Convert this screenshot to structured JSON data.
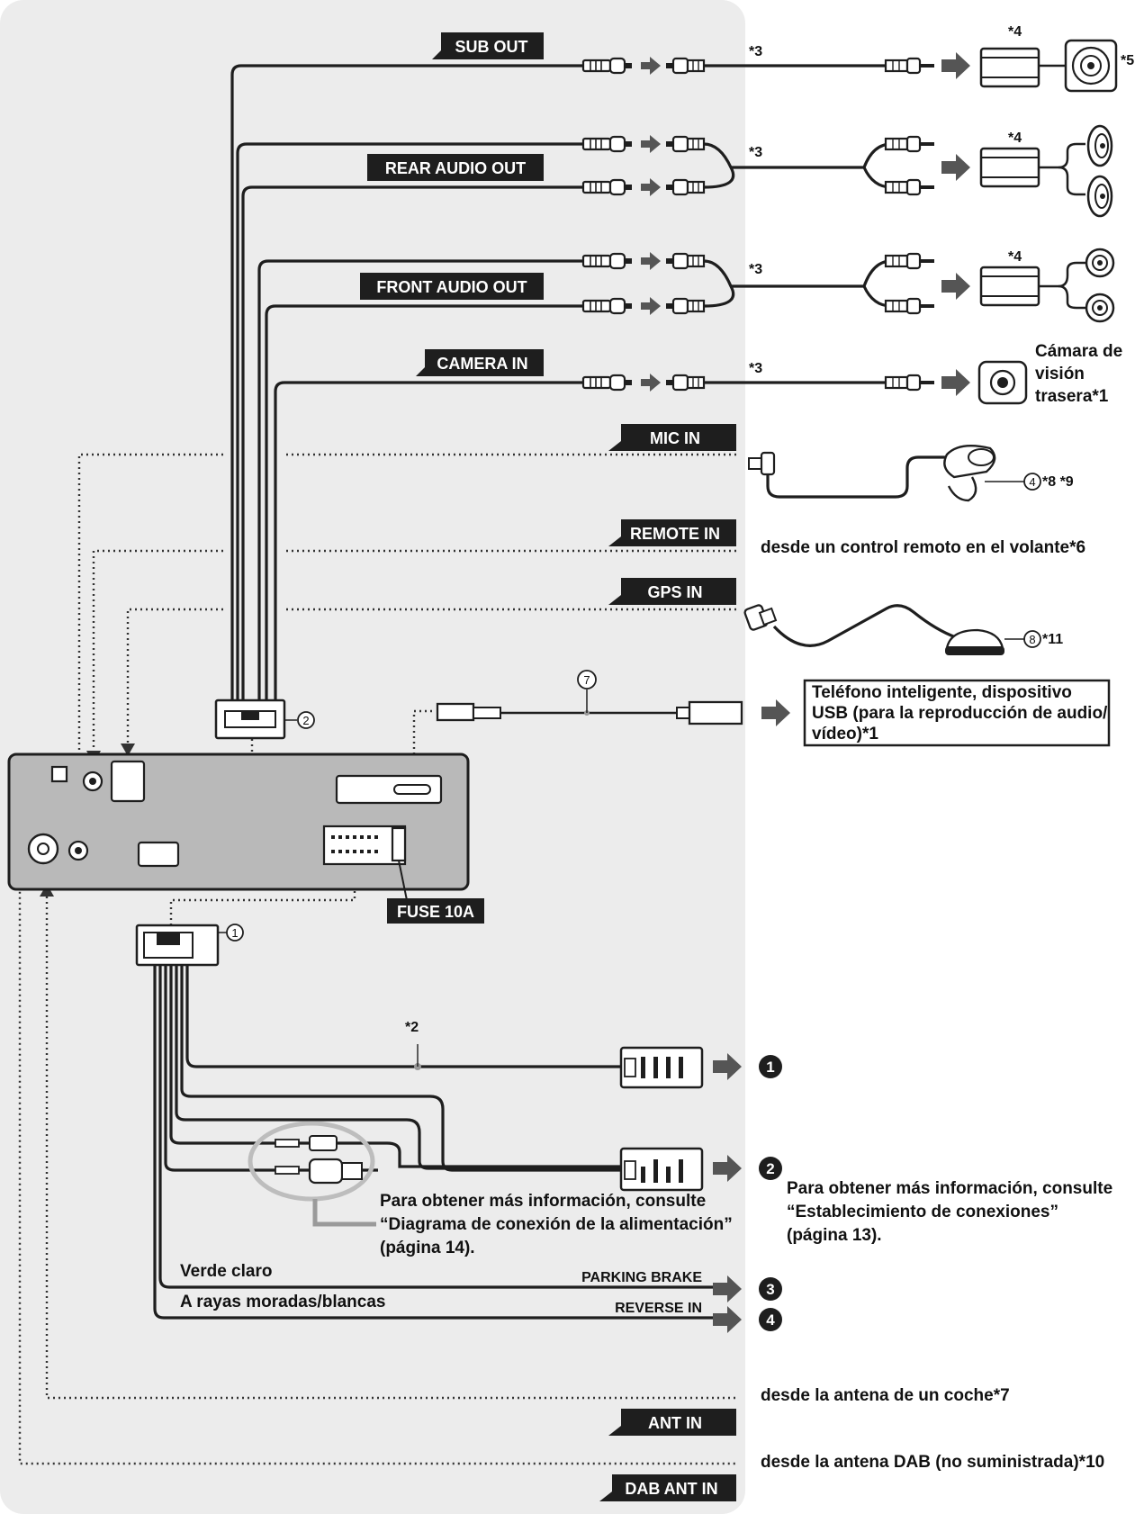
{
  "colors": {
    "panel": "#ececec",
    "tag": "#1e1e1e",
    "wire": "#1e1e1e",
    "arrow": "#555555"
  },
  "tags": {
    "sub_out": "SUB OUT",
    "rear_audio_out": "REAR AUDIO OUT",
    "front_audio_out": "FRONT AUDIO OUT",
    "camera_in": "CAMERA IN",
    "mic_in": "MIC IN",
    "remote_in": "REMOTE IN",
    "gps_in": "GPS IN",
    "fuse": "FUSE 10A",
    "ant_in": "ANT IN",
    "dab_ant_in": "DAB ANT IN"
  },
  "notes": {
    "n3_sub": "*3",
    "n3_rear": "*3",
    "n3_front": "*3",
    "n3_camera": "*3",
    "n4_sub": "*4",
    "n4_rear": "*4",
    "n4_front": "*4",
    "n5": "*5",
    "n2": "*2",
    "mic_part": "*8 *9",
    "gps_part": "*11"
  },
  "parts": {
    "p1": "1",
    "p2": "2",
    "p4": "4",
    "p7": "7",
    "p8": "8"
  },
  "labels": {
    "camera_line1": "Cámara de",
    "camera_line2": "visión",
    "camera_line3": "trasera*1",
    "remote_desc": "desde un control remoto en el volante*6",
    "usb_line1": "Teléfono inteligente, dispositivo",
    "usb_line2": "USB (para la reproducción de audio/",
    "usb_line3": "vídeo)*1",
    "power_line1": "Para obtener más información, consulte",
    "power_line2": "“Diagrama de conexión de la alimentación”",
    "power_line3": "(página 14).",
    "conn_line1": "Para obtener más información, consulte",
    "conn_line2": "“Establecimiento de conexiones”",
    "conn_line3": "(página 13).",
    "light_green": "Verde claro",
    "purple_white": "A rayas moradas/blancas",
    "parking_brake": "PARKING BRAKE",
    "reverse_in": "REVERSE IN",
    "ant_desc": "desde la antena de un coche*7",
    "dab_desc": "desde la antena DAB (no suministrada)*10"
  },
  "badges": {
    "b1": "1",
    "b2": "2",
    "b3": "3",
    "b4": "4"
  }
}
